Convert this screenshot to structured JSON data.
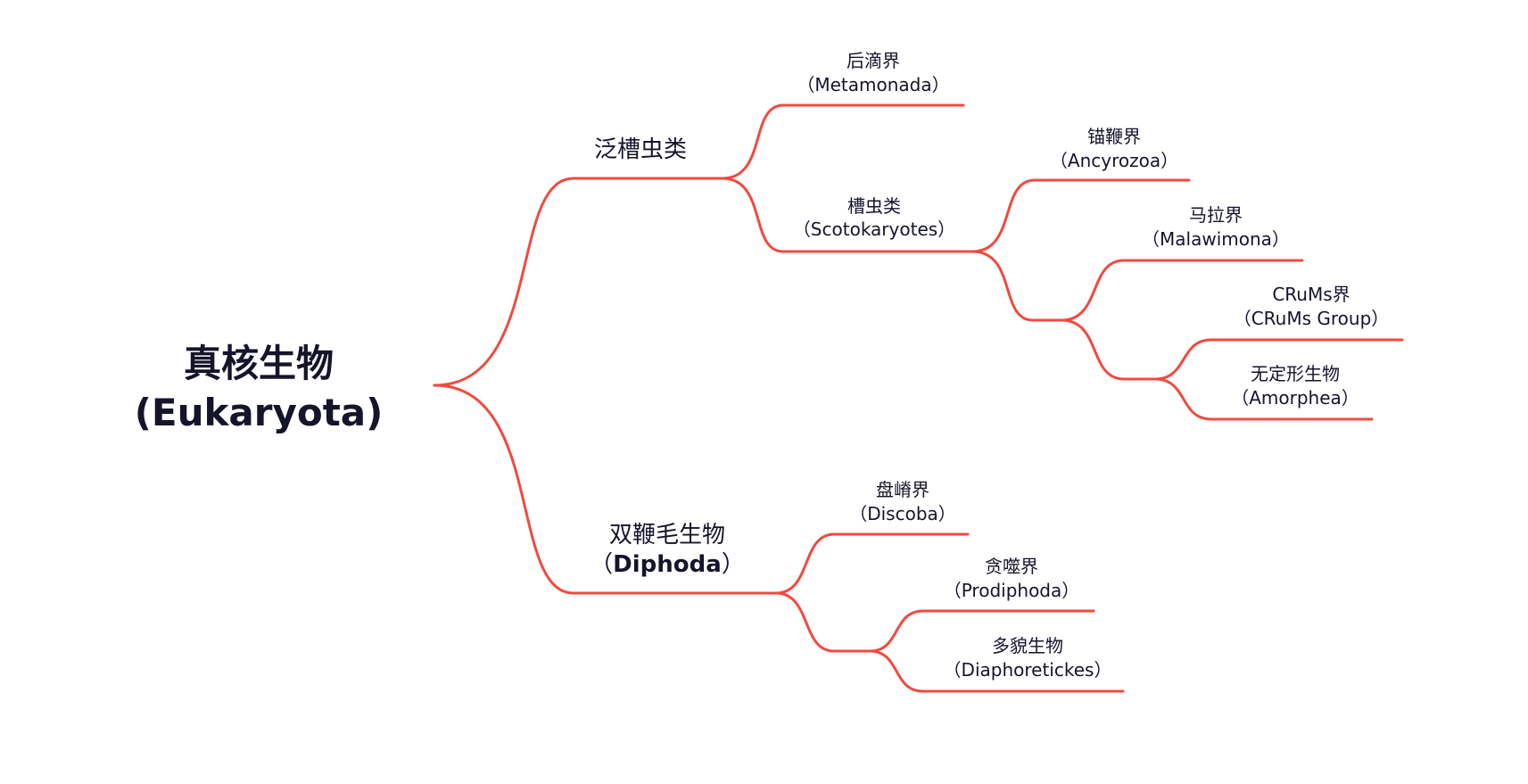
{
  "colors": {
    "branch": "#f2493f",
    "text": "#14142b",
    "background": "#ffffff"
  },
  "root": {
    "label_cn": "真核生物",
    "label_en": "(Eukaryota)"
  },
  "branches": {
    "fanzaochonglei": {
      "label_cn": "泛槽虫类",
      "children": {
        "metamonada": {
          "label_cn": "后滴界",
          "label_en": "（Metamonada）"
        },
        "scotokaryotes": {
          "label_cn": "槽虫类",
          "label_en": "（Scotokaryotes）",
          "children": {
            "ancyrozoa": {
              "label_cn": "锚鞭界",
              "label_en": "（Ancyrozoa）"
            },
            "malawimona": {
              "label_cn": "马拉界",
              "label_en": "（Malawimona）"
            },
            "crums": {
              "label_cn": "CRuMs界",
              "label_en": "（CRuMs Group）"
            },
            "amorphea": {
              "label_cn": "无定形生物",
              "label_en": "（Amorphea）"
            }
          }
        }
      }
    },
    "diphoda": {
      "label_cn": "双鞭毛生物",
      "label_en_open": "（",
      "label_en_word": "Diphoda",
      "label_en_close": "）",
      "children": {
        "discoba": {
          "label_cn": "盘嵴界",
          "label_en": "（Discoba）"
        },
        "prodiphoda": {
          "label_cn": "贪噬界",
          "label_en": "（Prodiphoda）"
        },
        "diaphoretickes": {
          "label_cn": "多貌生物",
          "label_en": "（Diaphoretickes）"
        }
      }
    }
  }
}
